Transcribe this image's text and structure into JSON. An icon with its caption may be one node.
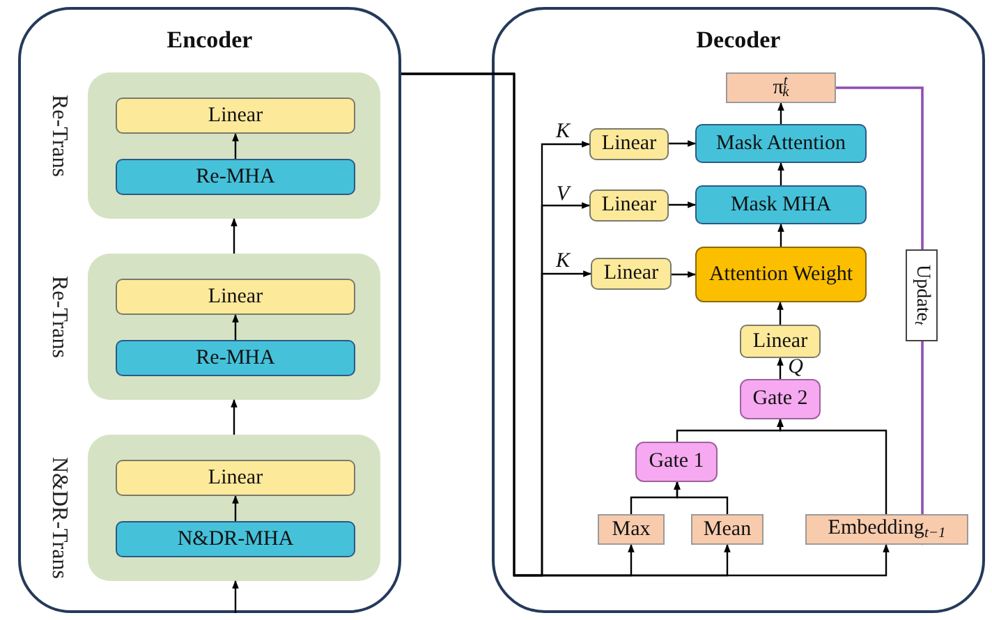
{
  "diagram": {
    "nodes": [
      {
        "text": [
          "Encoder"
        ]
      },
      {
        "text": [
          "Re-Trans"
        ],
        "in": 0
      },
      {
        "text": [
          "Linear"
        ],
        "in": 1
      },
      {
        "text": [
          "Re-MHA"
        ],
        "in": 1
      },
      {
        "text": [
          "Re-Trans"
        ],
        "in": 0
      },
      {
        "text": [
          "Linear"
        ],
        "in": 4
      },
      {
        "text": [
          "Re-MHA"
        ],
        "in": 4
      },
      {
        "text": [
          "N&DR-Trans"
        ],
        "in": 0
      },
      {
        "text": [
          "Linear"
        ],
        "in": 7
      },
      {
        "text": [
          "N&DR-MHA"
        ],
        "in": 7
      },
      {
        "text": [
          "Decoder"
        ]
      },
      {
        "text": [
          "π$^{t}$$_{k}$"
        ],
        "in": 10
      },
      {
        "text": [
          "Linear"
        ],
        "in": 10
      },
      {
        "text": [
          "Mask Attention"
        ],
        "in": 10
      },
      {
        "text": [
          "Linear"
        ],
        "in": 10
      },
      {
        "text": [
          "Mask MHA"
        ],
        "in": 10
      },
      {
        "text": [
          "Linear"
        ],
        "in": 10
      },
      {
        "text": [
          "Attention Weight"
        ],
        "in": 10
      },
      {
        "text": [
          "Update$_{t}$"
        ],
        "in": 10
      },
      {
        "text": [
          "Linear"
        ],
        "in": 10
      },
      {
        "text": [
          "Gate 2"
        ],
        "in": 10
      },
      {
        "text": [
          "Gate 1"
        ],
        "in": 10
      },
      {
        "text": [
          "Max"
        ],
        "in": 10
      },
      {
        "text": [
          "Mean"
        ],
        "in": 10
      },
      {
        "text": [
          "Embedding$_{t−1}$"
        ],
        "in": 10
      }
    ],
    "edges": [
      {
        "from": null,
        "to": 7,
        "arrow": "to"
      },
      {
        "from": 7,
        "to": 4,
        "arrow": "to"
      },
      {
        "from": 4,
        "to": 1,
        "arrow": "to"
      },
      {
        "from": 9,
        "to": 8,
        "arrow": "to"
      },
      {
        "from": 6,
        "to": 5,
        "arrow": "to"
      },
      {
        "from": 3,
        "to": 2,
        "arrow": "to"
      },
      {
        "from": 0,
        "to": 12,
        "arrow": "to",
        "label": "K"
      },
      {
        "from": 0,
        "to": 14,
        "arrow": "to",
        "label": "V"
      },
      {
        "from": 0,
        "to": 16,
        "arrow": "to",
        "label": "K"
      },
      {
        "from": 0,
        "to": 22,
        "arrow": "to"
      },
      {
        "from": 0,
        "to": 23,
        "arrow": "to"
      },
      {
        "from": 0,
        "to": 24,
        "arrow": "to"
      },
      {
        "from": 12,
        "to": 13,
        "arrow": "to"
      },
      {
        "from": 14,
        "to": 15,
        "arrow": "to"
      },
      {
        "from": 16,
        "to": 17,
        "arrow": "to"
      },
      {
        "from": 17,
        "to": 15,
        "arrow": "to"
      },
      {
        "from": 15,
        "to": 13,
        "arrow": "to"
      },
      {
        "from": 13,
        "to": 11,
        "arrow": "to"
      },
      {
        "from": 11,
        "to": 18,
        "arrow": "none",
        "color": "#8e4fb5"
      },
      {
        "from": 18,
        "to": 24,
        "arrow": "to",
        "color": "#8e4fb5"
      },
      {
        "from": 19,
        "to": 17,
        "arrow": "to"
      },
      {
        "from": 20,
        "to": 19,
        "arrow": "to",
        "label": "Q"
      },
      {
        "from": 21,
        "to": 20,
        "arrow": "to"
      },
      {
        "from": 24,
        "to": 20,
        "arrow": "to"
      },
      {
        "from": 22,
        "to": 21,
        "arrow": "to"
      },
      {
        "from": 23,
        "to": 21,
        "arrow": "to"
      }
    ]
  }
}
